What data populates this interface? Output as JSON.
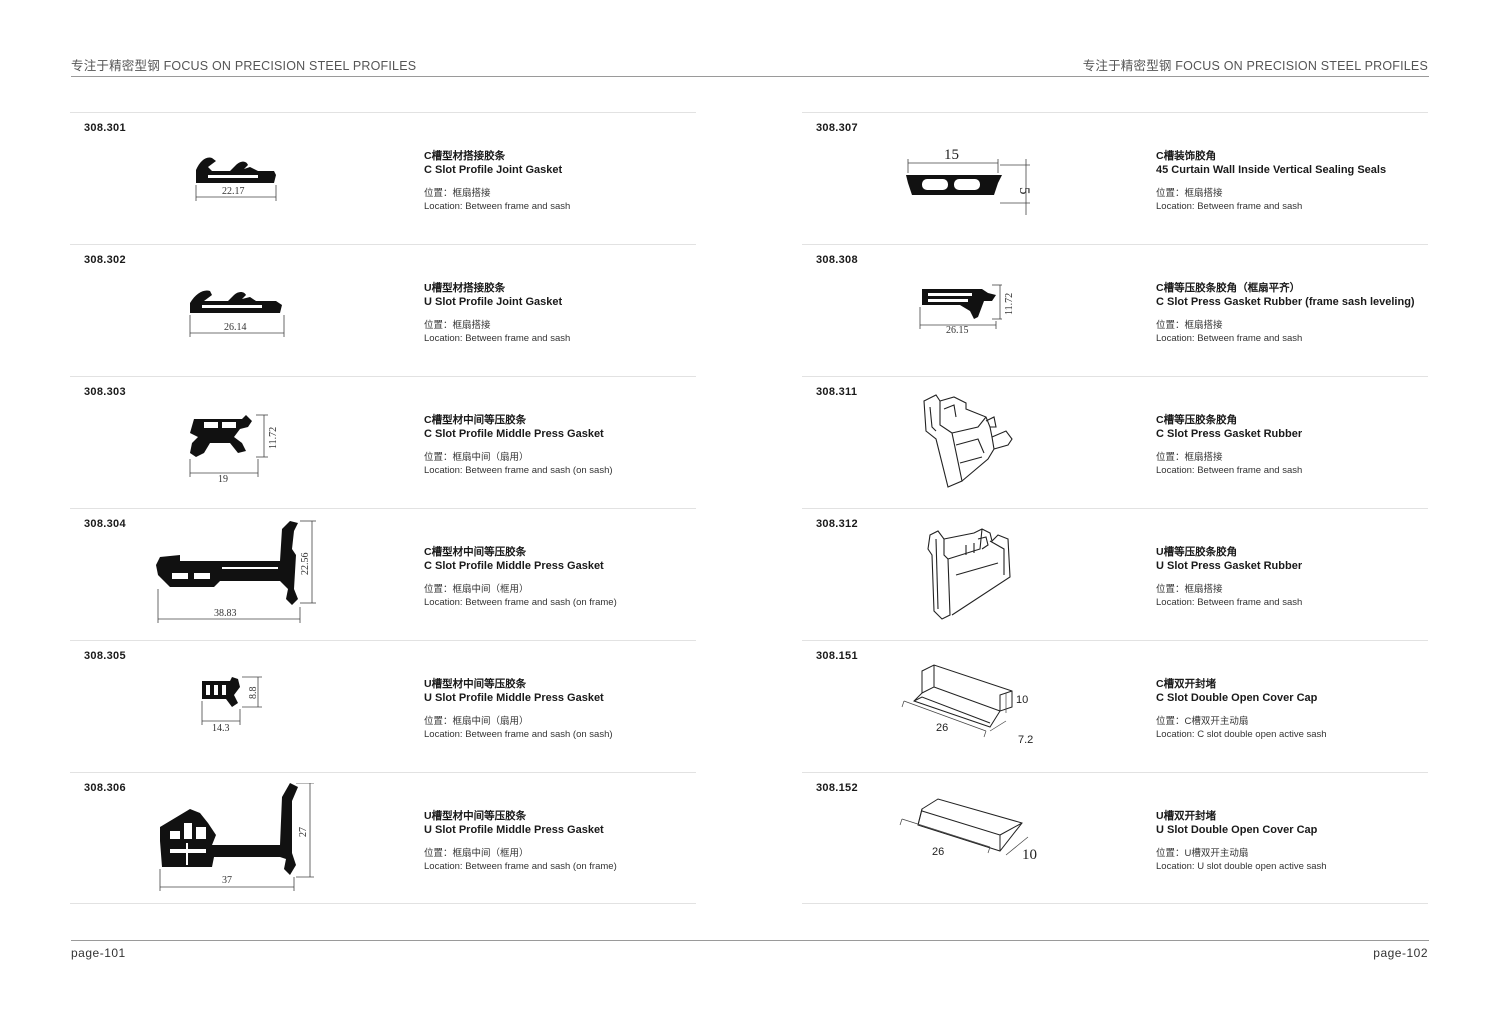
{
  "header": {
    "left": "专注于精密型钢 FOCUS ON PRECISION STEEL PROFILES",
    "right": "专注于精密型钢 FOCUS ON PRECISION STEEL PROFILES"
  },
  "footer": {
    "left": "page-101",
    "right": "page-102"
  },
  "left_items": [
    {
      "code": "308.301",
      "zh": "C槽型材搭接胶条",
      "en": "C Slot Profile Joint Gasket",
      "loc_zh": "位置：框扇搭接",
      "loc_en": "Location: Between frame and sash",
      "dims": [
        "22.17"
      ]
    },
    {
      "code": "308.302",
      "zh": "U槽型材搭接胶条",
      "en": "U Slot Profile Joint Gasket",
      "loc_zh": "位置：框扇搭接",
      "loc_en": "Location: Between frame and sash",
      "dims": [
        "26.14"
      ]
    },
    {
      "code": "308.303",
      "zh": "C槽型材中间等压胶条",
      "en": "C Slot Profile Middle Press Gasket",
      "loc_zh": "位置：框扇中间（扇用）",
      "loc_en": "Location: Between frame and sash (on sash)",
      "dims": [
        "19",
        "11.72"
      ]
    },
    {
      "code": "308.304",
      "zh": "C槽型材中间等压胶条",
      "en": "C Slot Profile Middle Press Gasket",
      "loc_zh": "位置：框扇中间（框用）",
      "loc_en": "Location: Between frame and sash (on frame)",
      "dims": [
        "38.83",
        "22.56"
      ]
    },
    {
      "code": "308.305",
      "zh": "U槽型材中间等压胶条",
      "en": "U Slot Profile Middle Press Gasket",
      "loc_zh": "位置：框扇中间（扇用）",
      "loc_en": "Location: Between frame and sash (on sash)",
      "dims": [
        "14.3",
        "8.8"
      ]
    },
    {
      "code": "308.306",
      "zh": "U槽型材中间等压胶条",
      "en": "U Slot Profile Middle Press Gasket",
      "loc_zh": "位置：框扇中间（框用）",
      "loc_en": "Location: Between frame and sash (on frame)",
      "dims": [
        "37",
        "27"
      ]
    }
  ],
  "right_items": [
    {
      "code": "308.307",
      "zh": "C槽装饰胶角",
      "en": "45 Curtain Wall Inside Vertical Sealing Seals",
      "loc_zh": "位置：框扇搭接",
      "loc_en": "Location: Between frame and sash",
      "dims": [
        "15",
        "5"
      ]
    },
    {
      "code": "308.308",
      "zh": "C槽等压胶条胶角（框扇平齐）",
      "en": "C Slot Press Gasket Rubber (frame sash leveling)",
      "loc_zh": "位置：框扇搭接",
      "loc_en": "Location: Between frame and sash",
      "dims": [
        "26.15",
        "11.72"
      ]
    },
    {
      "code": "308.311",
      "zh": "C槽等压胶条胶角",
      "en": "C Slot Press Gasket Rubber",
      "loc_zh": "位置：框扇搭接",
      "loc_en": "Location: Between frame and sash",
      "dims": []
    },
    {
      "code": "308.312",
      "zh": "U槽等压胶条胶角",
      "en": "U Slot Press Gasket Rubber",
      "loc_zh": "位置：框扇搭接",
      "loc_en": "Location: Between frame and sash",
      "dims": []
    },
    {
      "code": "308.151",
      "zh": "C槽双开封堵",
      "en": "C Slot Double Open Cover Cap",
      "loc_zh": "位置：C槽双开主动扇",
      "loc_en": "Location: C slot double open active sash",
      "dims": [
        "26",
        "7.2",
        "10"
      ]
    },
    {
      "code": "308.152",
      "zh": "U槽双开封堵",
      "en": "U Slot Double Open Cover Cap",
      "loc_zh": "位置：U槽双开主动扇",
      "loc_en": "Location: U slot double open active sash",
      "dims": [
        "26",
        "10"
      ]
    }
  ]
}
